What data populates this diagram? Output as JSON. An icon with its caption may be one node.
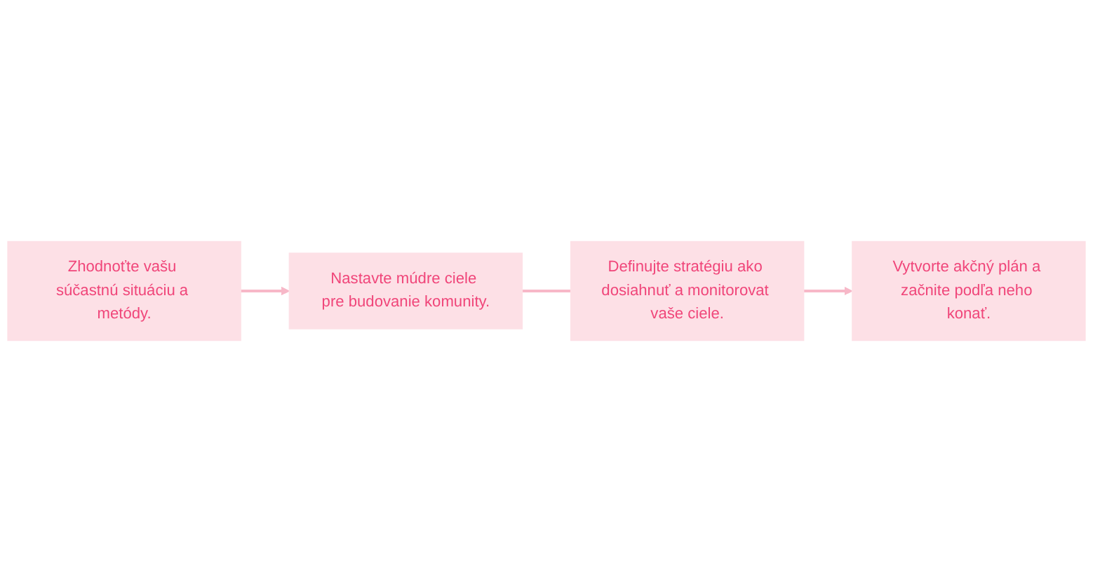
{
  "diagram": {
    "nodes": [
      {
        "text": [
          "Zhodnoťte vašu súčastnú situáciu a metódy."
        ]
      },
      {
        "text": [
          "Nastavte múdre ciele pre budovanie komunity."
        ]
      },
      {
        "text": [
          "Definujte stratégiu ako dosiahnuť a monitorovat vaše ciele."
        ]
      },
      {
        "text": [
          "Vytvorte akčný plán a začnite podľa neho konať."
        ]
      }
    ],
    "edges": [
      {
        "from": 0,
        "to": 1,
        "arrow": "to"
      },
      {
        "from": 1,
        "to": 2,
        "arrow": "none"
      },
      {
        "from": 2,
        "to": 3,
        "arrow": "to"
      }
    ]
  }
}
